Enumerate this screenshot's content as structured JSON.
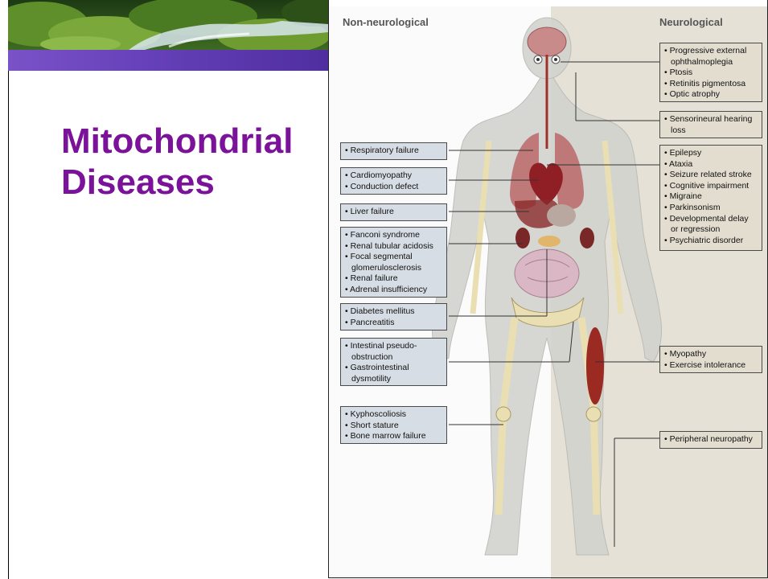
{
  "slide": {
    "title_line1": "Mitochondrial",
    "title_line2": "Diseases",
    "colors": {
      "title": "#7a129a",
      "bar": "#6540b8"
    }
  },
  "figure": {
    "col_non_neuro": "Non-neurological",
    "col_neuro": "Neurological",
    "left": [
      {
        "items": [
          "• Respiratory failure"
        ]
      },
      {
        "items": [
          "• Cardiomyopathy",
          "• Conduction defect"
        ]
      },
      {
        "items": [
          "• Liver failure"
        ]
      },
      {
        "items": [
          "• Fanconi syndrome",
          "• Renal tubular acidosis",
          "• Focal segmental",
          "glomerulosclerosis",
          "• Renal failure",
          "• Adrenal insufficiency"
        ]
      },
      {
        "items": [
          "• Diabetes mellitus",
          "• Pancreatitis"
        ]
      },
      {
        "items": [
          "• Intestinal pseudo-",
          "obstruction",
          "• Gastrointestinal",
          "dysmotility"
        ]
      },
      {
        "items": [
          "• Kyphoscoliosis",
          "• Short stature",
          "• Bone marrow failure"
        ]
      }
    ],
    "right": [
      {
        "items": [
          "• Progressive external",
          "ophthalmoplegia",
          "• Ptosis",
          "• Retinitis pigmentosa",
          "• Optic atrophy"
        ]
      },
      {
        "items": [
          "• Sensorineural hearing",
          "loss"
        ]
      },
      {
        "items": [
          "• Epilepsy",
          "• Ataxia",
          "• Seizure related stroke",
          "• Cognitive impairment",
          "• Migraine",
          "• Parkinsonism",
          "• Developmental delay",
          "or regression",
          "• Psychiatric disorder"
        ]
      },
      {
        "items": [
          "• Myopathy",
          "• Exercise intolerance"
        ]
      },
      {
        "items": [
          "• Peripheral neuropathy"
        ]
      }
    ]
  }
}
